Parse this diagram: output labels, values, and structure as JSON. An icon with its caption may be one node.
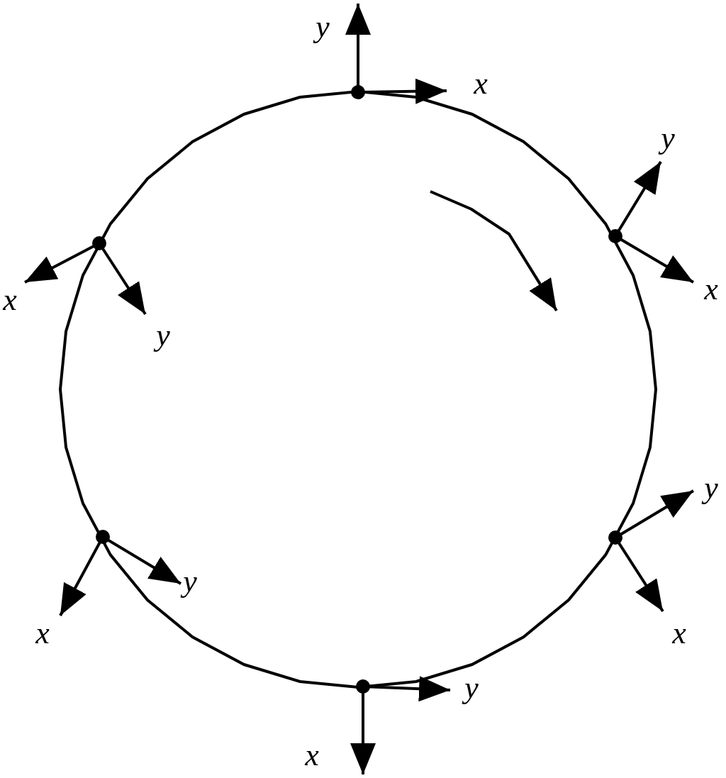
{
  "diagram": {
    "labels": [
      "y",
      "x",
      "y",
      "x",
      "x",
      "y",
      "y",
      "y",
      "x",
      "x",
      "y",
      "x"
    ]
  }
}
